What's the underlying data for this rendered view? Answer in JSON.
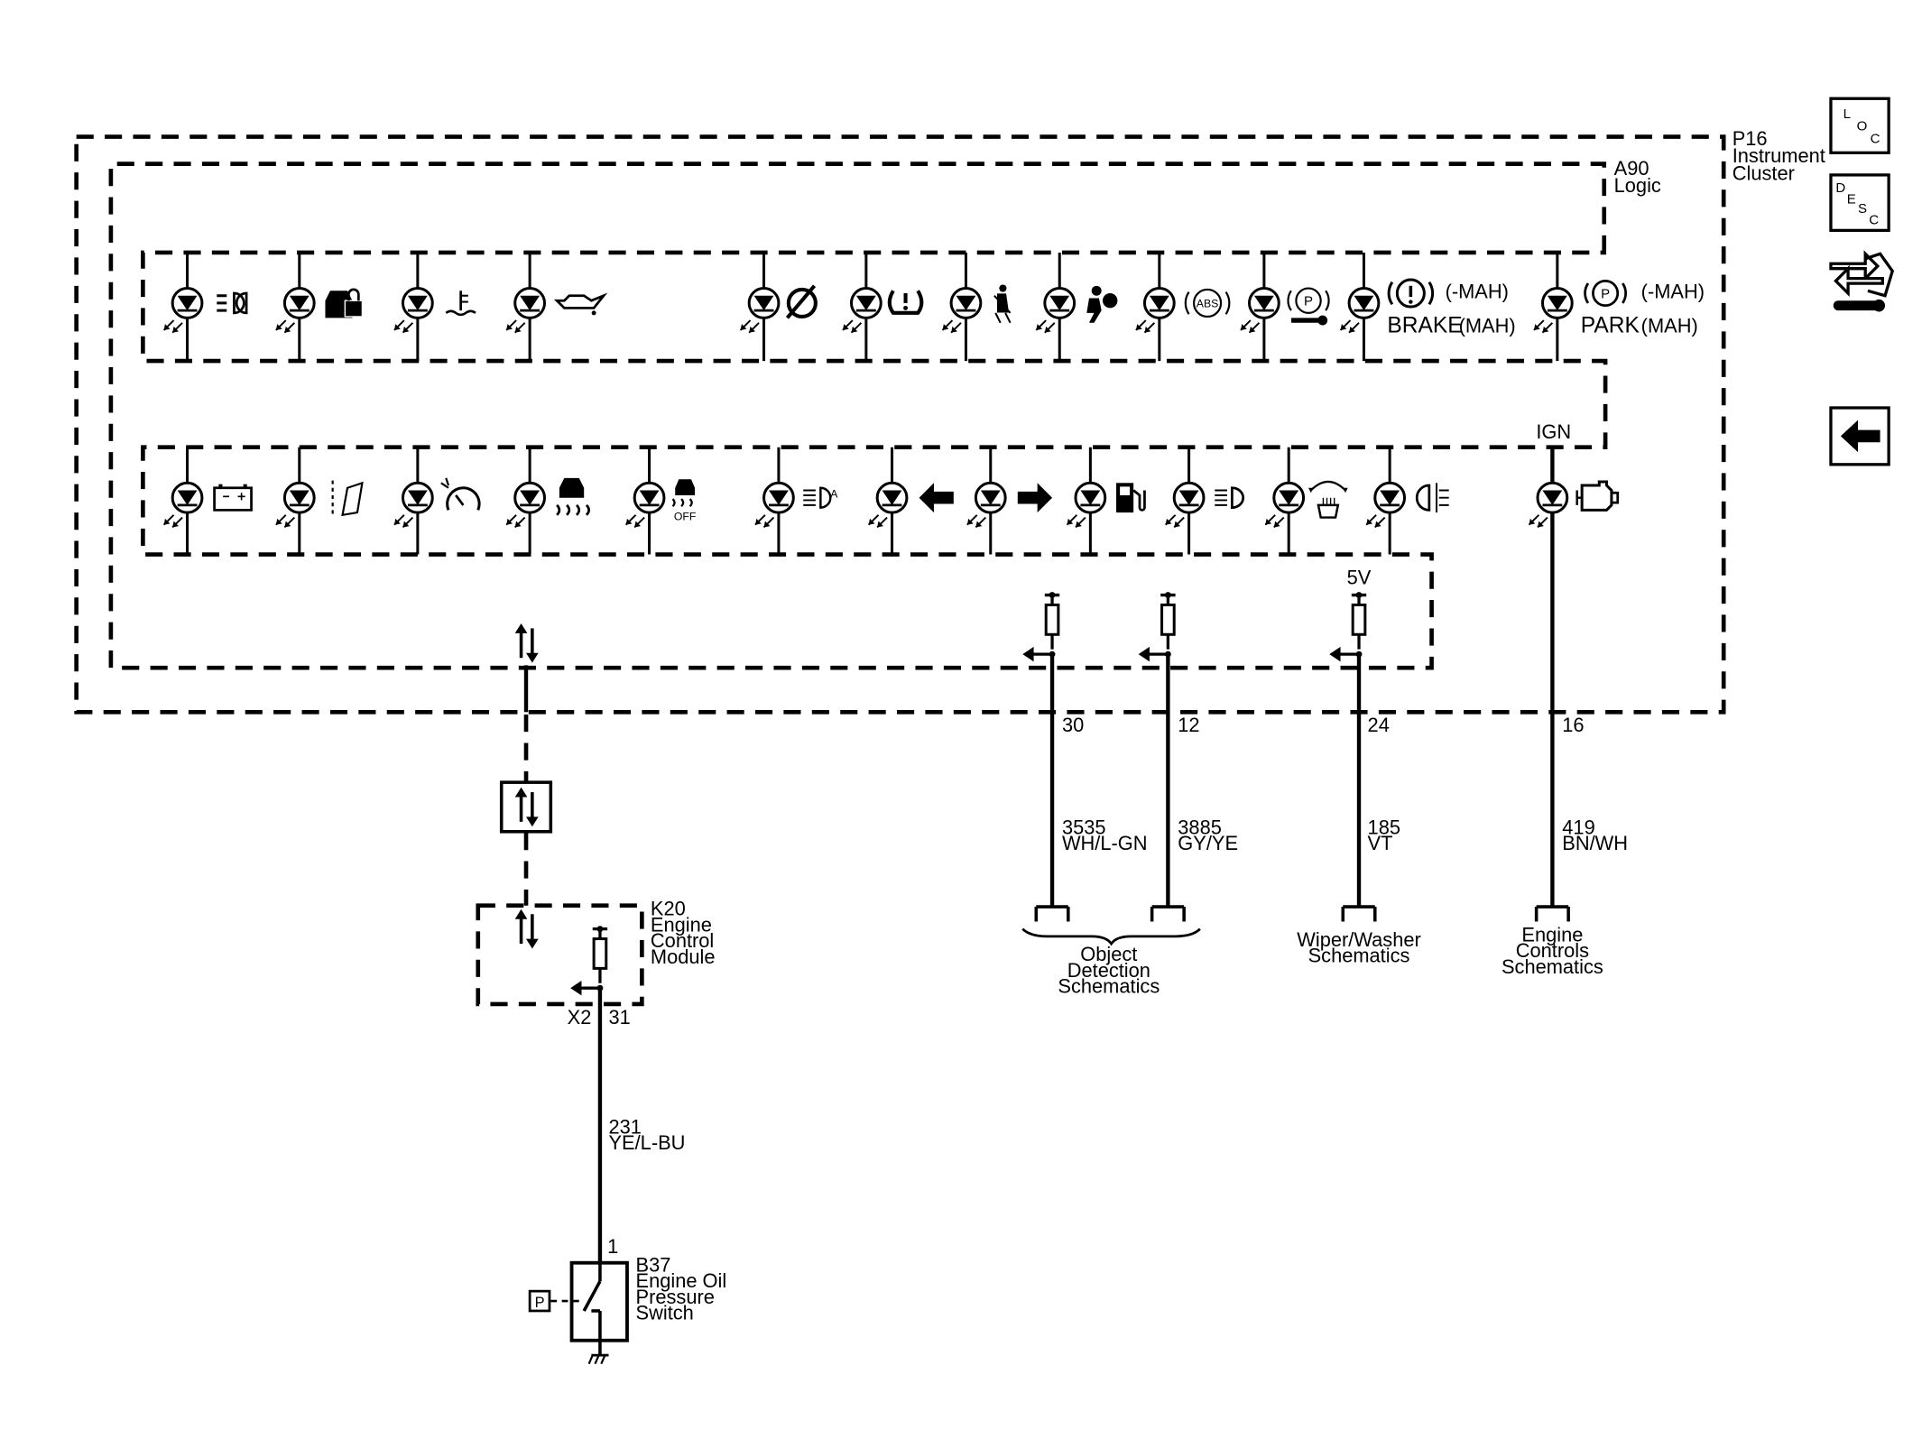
{
  "modules": {
    "p16": {
      "id": "P16",
      "name_lines": [
        "Instrument",
        "Cluster"
      ]
    },
    "a90": {
      "id": "A90",
      "name_lines": [
        "Logic"
      ]
    },
    "k20": {
      "id": "K20",
      "name_lines": [
        "Engine",
        "Control",
        "Module"
      ],
      "connector": "X2",
      "pin": "31"
    },
    "b37": {
      "id": "B37",
      "name_lines": [
        "Engine Oil",
        "Pressure",
        "Switch"
      ],
      "pin": "1",
      "symbol": "P"
    }
  },
  "indicator_labels": {
    "brake_nonmah": "(-MAH)",
    "brake_mah": "(MAH)",
    "brake_word": "BRAKE",
    "park_nonmah": "(-MAH)",
    "park_mah": "(MAH)",
    "park_word": "PARK",
    "abs": "ABS",
    "off": "OFF",
    "park_circle": "P",
    "auto_a": "A"
  },
  "supply": {
    "ign": "IGN",
    "five_v": "5V"
  },
  "circuits": [
    {
      "pin": "30",
      "circuit": "3535",
      "color": "WH/L-GN"
    },
    {
      "pin": "12",
      "circuit": "3885",
      "color": "GY/YE"
    },
    {
      "pin": "24",
      "circuit": "185",
      "color": "VT"
    },
    {
      "pin": "16",
      "circuit": "419",
      "color": "BN/WH"
    }
  ],
  "oil_circuit": {
    "circuit": "231",
    "color": "YE/L-BU"
  },
  "destinations": {
    "object_detection": [
      "Object",
      "Detection",
      "Schematics"
    ],
    "wiper_washer": [
      "Wiper/Washer",
      "Schematics"
    ],
    "engine_controls": [
      "Engine",
      "Controls",
      "Schematics"
    ]
  },
  "nav": {
    "loc": [
      "L",
      "O",
      "C"
    ],
    "desc": [
      "D",
      "E",
      "S",
      "C"
    ],
    "connector_icon": "connector-icon",
    "back_icon": "back-arrow-icon"
  }
}
